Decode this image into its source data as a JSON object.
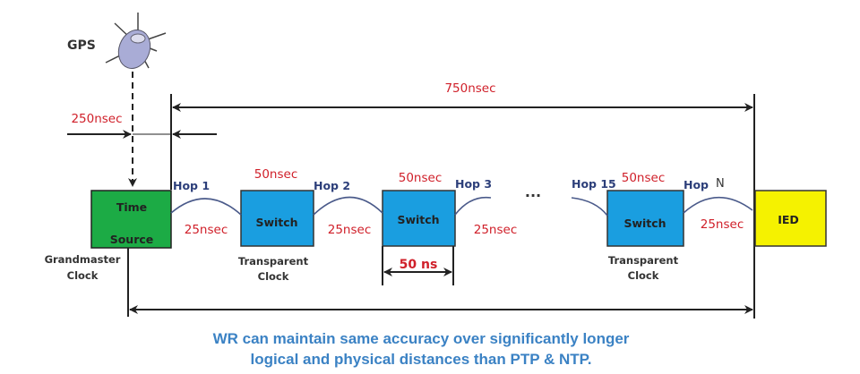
{
  "gps_label": "GPS",
  "total_delay": "750nsec",
  "gps_delay": "250nsec",
  "grandmaster": {
    "box_line1": "Time",
    "box_line2": "Source",
    "caption_line1": "Grandmaster",
    "caption_line2": "Clock"
  },
  "switches": [
    {
      "label": "Switch",
      "delay": "50nsec",
      "caption_line1": "Transparent",
      "caption_line2": "Clock"
    },
    {
      "label": "Switch",
      "delay": "50nsec",
      "width_label": "50 ns"
    },
    {
      "label": "Switch",
      "delay": "50nsec",
      "caption_line1": "Transparent",
      "caption_line2": "Clock"
    }
  ],
  "ied_label": "IED",
  "hops": [
    "Hop 1",
    "Hop 2",
    "Hop 3",
    "Hop 15",
    "Hop",
    "N"
  ],
  "ellipsis": "...",
  "link_delays": [
    "25nsec",
    "25nsec",
    "25nsec",
    "25nsec"
  ],
  "colors": {
    "time_source": "#1cab45",
    "switch": "#1a9ee0",
    "ied": "#f5f200",
    "caption": "#3b82c4",
    "delay": "#d0202a"
  },
  "caption": {
    "line1": "WR can maintain same accuracy over significantly longer",
    "line2": "logical and physical distances than PTP & NTP."
  }
}
